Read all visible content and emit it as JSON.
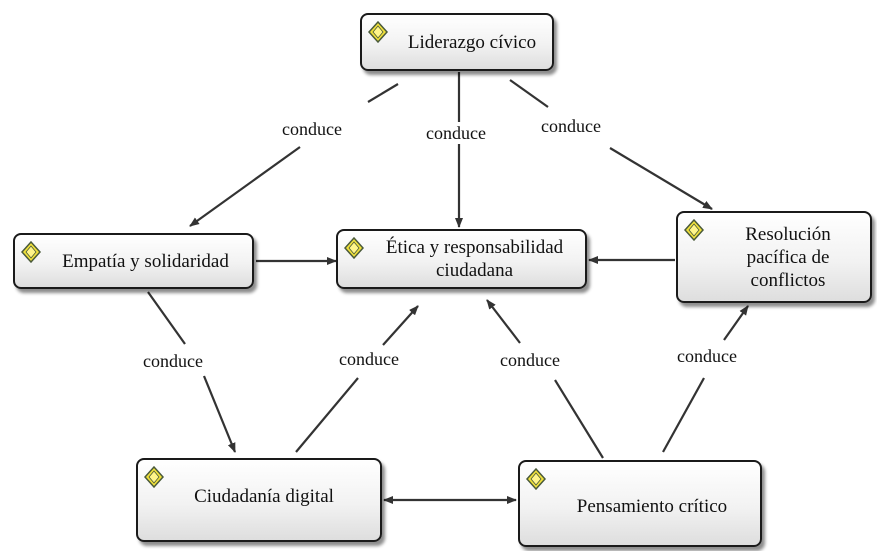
{
  "nodes": {
    "liderazgo": {
      "label": "Liderazgo cívico"
    },
    "empatia": {
      "label": "Empatía y solidaridad"
    },
    "etica": {
      "label": "Ética y responsabilidad ciudadana"
    },
    "resolucion": {
      "label": "Resolución pacífica de conflictos"
    },
    "ciudadania": {
      "label": "Ciudadanía digital"
    },
    "pensamiento": {
      "label": "Pensamiento crítico"
    }
  },
  "edge_labels": {
    "liderazgo_empatia": "conduce",
    "liderazgo_etica": "conduce",
    "liderazgo_resolucion": "conduce",
    "empatia_ciudadania": "conduce",
    "ciudadania_etica": "conduce",
    "pensamiento_etica": "conduce",
    "pensamiento_resolucion": "conduce"
  },
  "colors": {
    "icon_fill": "#f2e23a",
    "icon_stroke": "#4a5a3a",
    "edge": "#333333"
  },
  "icon_name": "concept-diamond-icon"
}
